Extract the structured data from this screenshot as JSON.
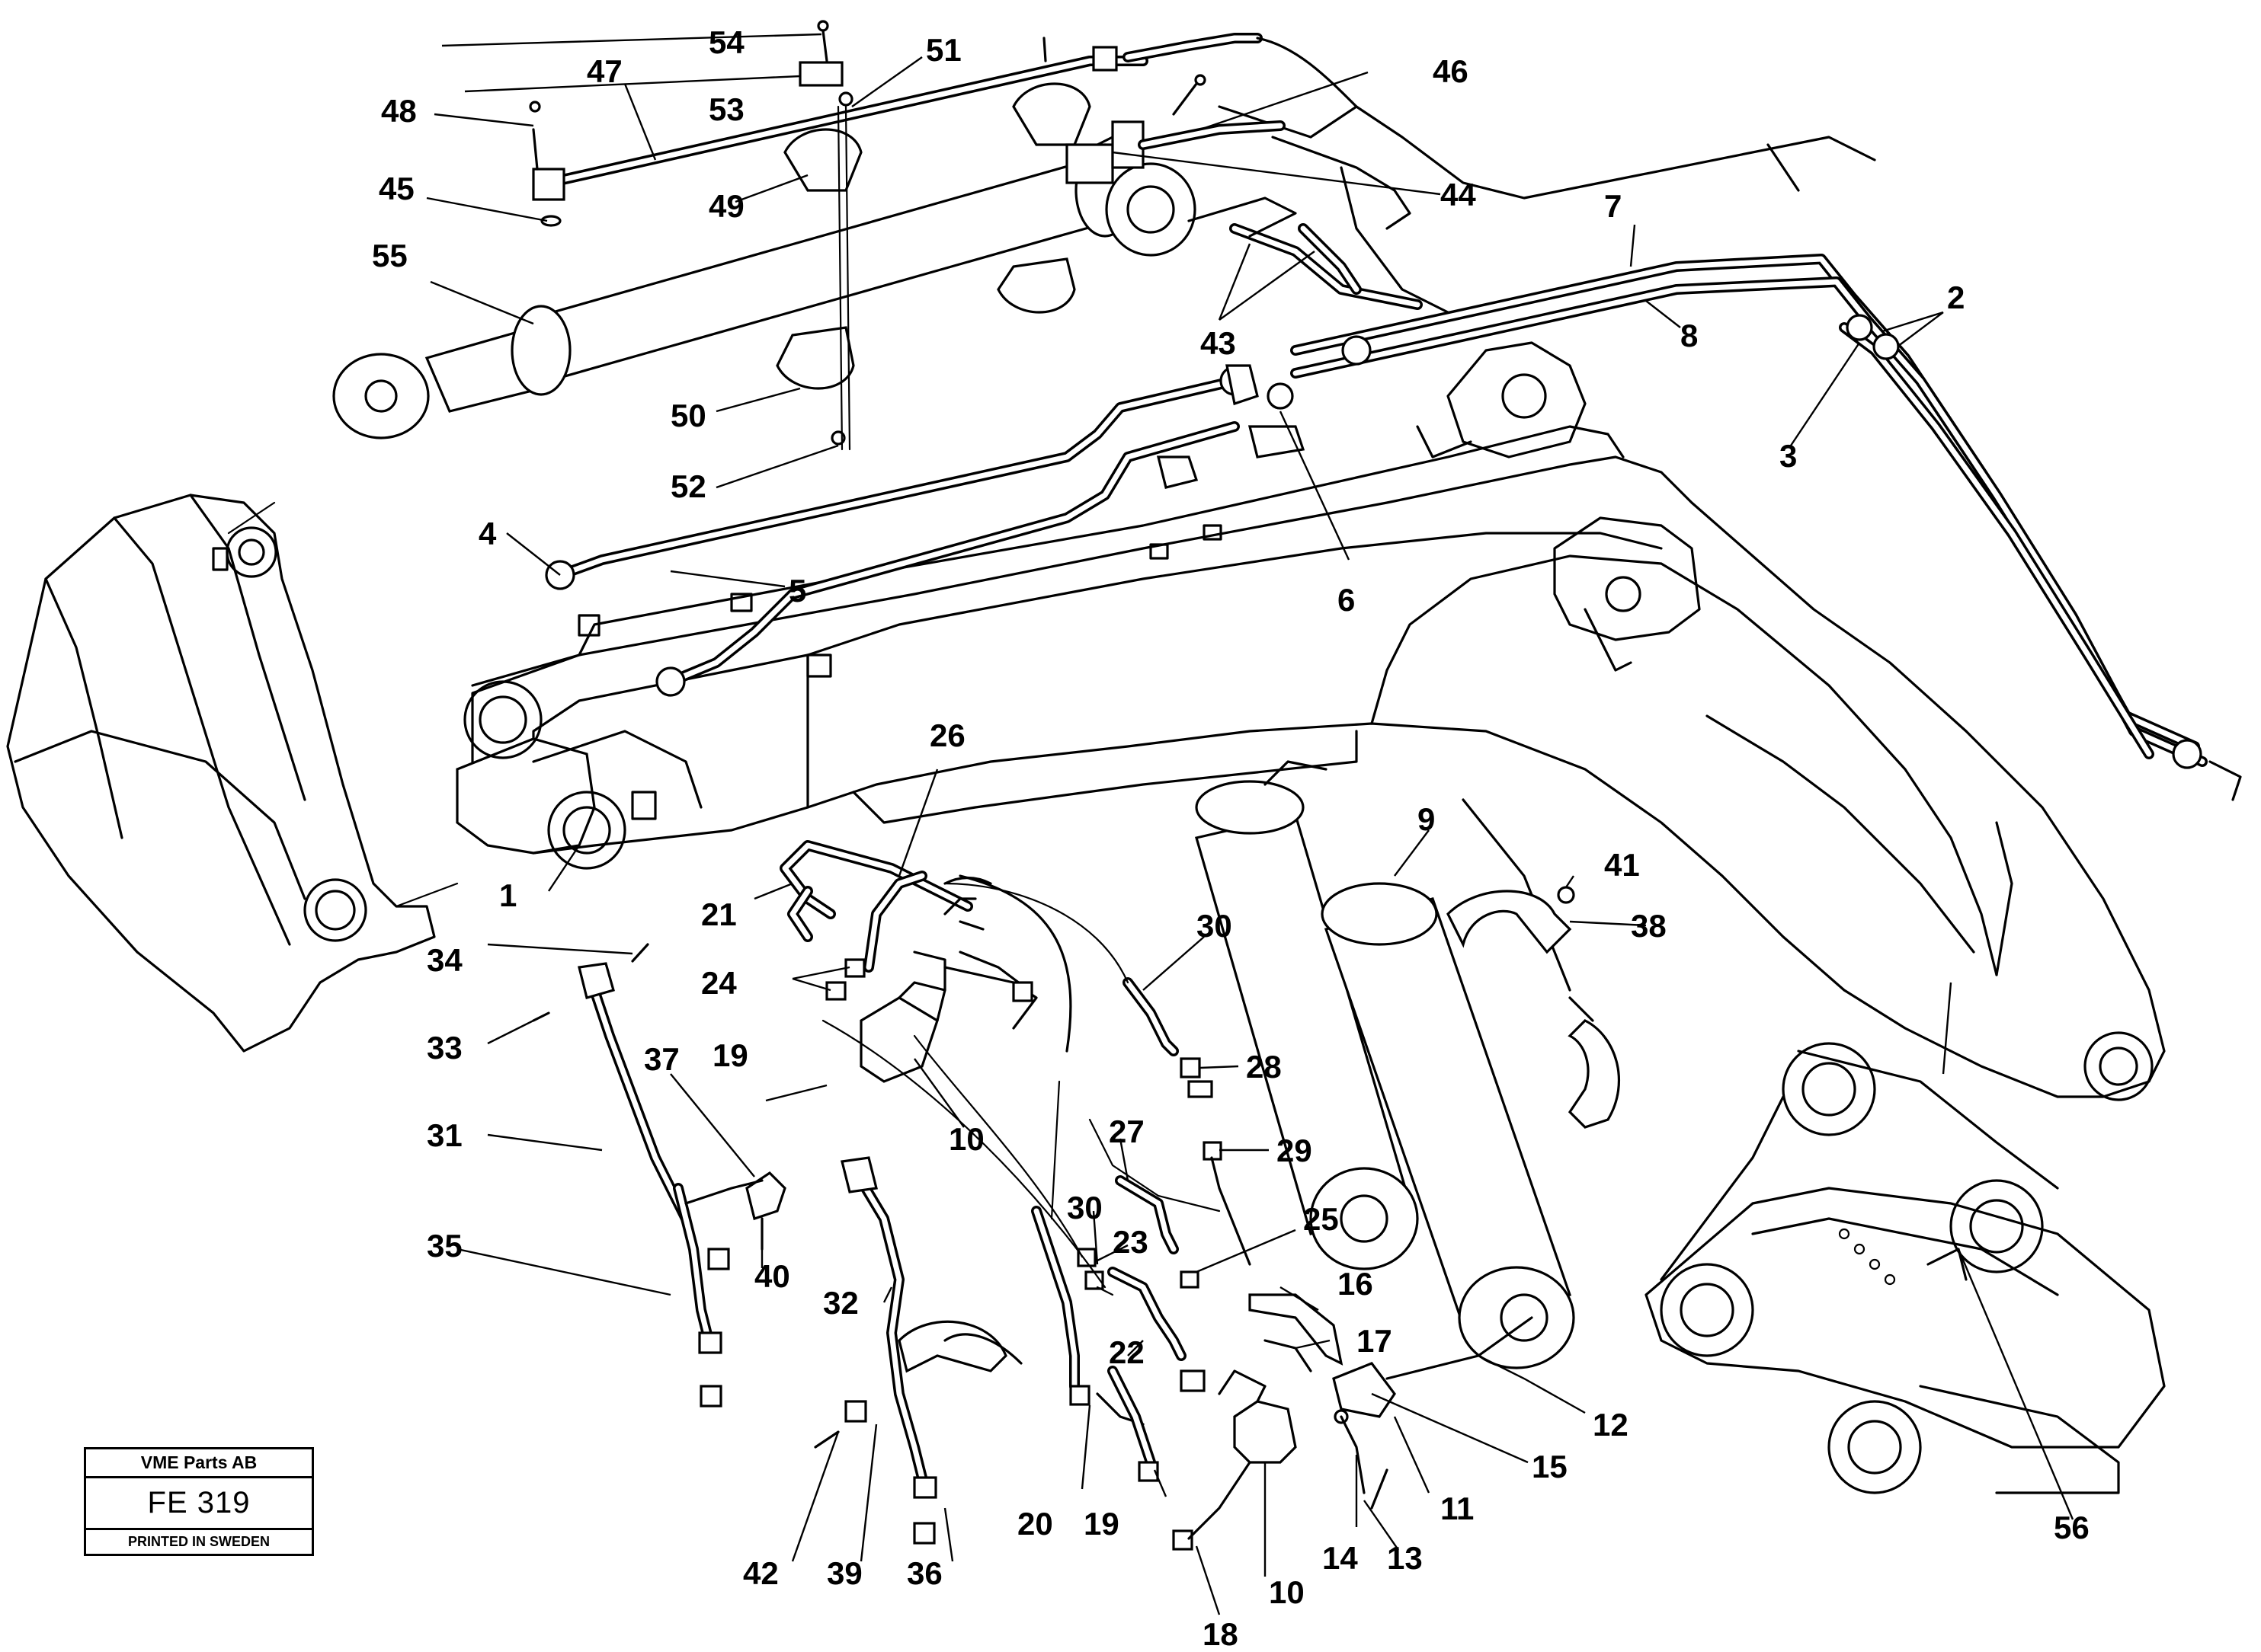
{
  "title_block": {
    "company": "VME Parts AB",
    "code": "FE 319",
    "printed": "PRINTED IN SWEDEN"
  },
  "callouts": [
    {
      "id": "c1",
      "text": "1"
    },
    {
      "id": "c2",
      "text": "2"
    },
    {
      "id": "c3",
      "text": "3"
    },
    {
      "id": "c4",
      "text": "4"
    },
    {
      "id": "c5",
      "text": "5"
    },
    {
      "id": "c6",
      "text": "6"
    },
    {
      "id": "c7",
      "text": "7"
    },
    {
      "id": "c8",
      "text": "8"
    },
    {
      "id": "c9",
      "text": "9"
    },
    {
      "id": "c10a",
      "text": "10"
    },
    {
      "id": "c10b",
      "text": "10"
    },
    {
      "id": "c11",
      "text": "11"
    },
    {
      "id": "c12",
      "text": "12"
    },
    {
      "id": "c13",
      "text": "13"
    },
    {
      "id": "c14",
      "text": "14"
    },
    {
      "id": "c15",
      "text": "15"
    },
    {
      "id": "c16",
      "text": "16"
    },
    {
      "id": "c17",
      "text": "17"
    },
    {
      "id": "c18",
      "text": "18"
    },
    {
      "id": "c19a",
      "text": "19"
    },
    {
      "id": "c19b",
      "text": "19"
    },
    {
      "id": "c20",
      "text": "20"
    },
    {
      "id": "c21",
      "text": "21"
    },
    {
      "id": "c22",
      "text": "22"
    },
    {
      "id": "c23",
      "text": "23"
    },
    {
      "id": "c24",
      "text": "24"
    },
    {
      "id": "c25",
      "text": "25"
    },
    {
      "id": "c26",
      "text": "26"
    },
    {
      "id": "c27",
      "text": "27"
    },
    {
      "id": "c28",
      "text": "28"
    },
    {
      "id": "c29",
      "text": "29"
    },
    {
      "id": "c30a",
      "text": "30"
    },
    {
      "id": "c30b",
      "text": "30"
    },
    {
      "id": "c31",
      "text": "31"
    },
    {
      "id": "c32",
      "text": "32"
    },
    {
      "id": "c33",
      "text": "33"
    },
    {
      "id": "c34",
      "text": "34"
    },
    {
      "id": "c35",
      "text": "35"
    },
    {
      "id": "c36",
      "text": "36"
    },
    {
      "id": "c37",
      "text": "37"
    },
    {
      "id": "c38",
      "text": "38"
    },
    {
      "id": "c39",
      "text": "39"
    },
    {
      "id": "c40",
      "text": "40"
    },
    {
      "id": "c41",
      "text": "41"
    },
    {
      "id": "c42",
      "text": "42"
    },
    {
      "id": "c43",
      "text": "43"
    },
    {
      "id": "c44",
      "text": "44"
    },
    {
      "id": "c45",
      "text": "45"
    },
    {
      "id": "c46",
      "text": "46"
    },
    {
      "id": "c47",
      "text": "47"
    },
    {
      "id": "c48",
      "text": "48"
    },
    {
      "id": "c49",
      "text": "49"
    },
    {
      "id": "c50",
      "text": "50"
    },
    {
      "id": "c51",
      "text": "51"
    },
    {
      "id": "c52",
      "text": "52"
    },
    {
      "id": "c53",
      "text": "53"
    },
    {
      "id": "c54",
      "text": "54"
    },
    {
      "id": "c55",
      "text": "55"
    },
    {
      "id": "c56",
      "text": "56"
    }
  ]
}
